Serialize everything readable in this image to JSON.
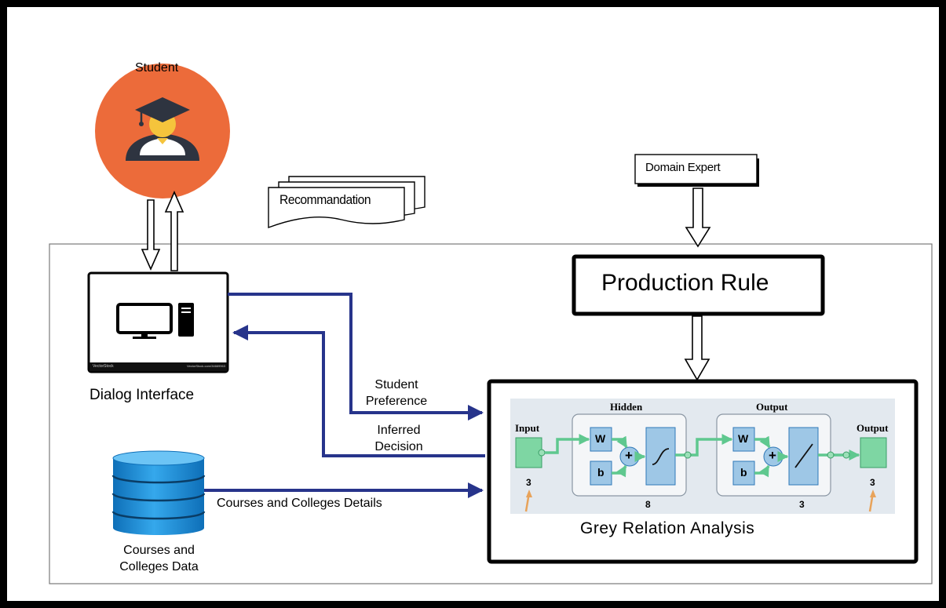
{
  "student": {
    "label": "Student"
  },
  "recommendation": {
    "label": "Recommandation"
  },
  "domain_expert": {
    "label": "Domain Expert"
  },
  "production_rule": {
    "label": "Production Rule"
  },
  "dialog_interface": {
    "label": "Dialog Interface",
    "screen_brand": "VectorStock",
    "screen_caption": "VectorStock.com/34669963"
  },
  "edges": {
    "student_preference": "Student\nPreference",
    "inferred_decision": "Inferred\nDecision",
    "courses_details": "Courses and Colleges Details"
  },
  "database": {
    "label": "Courses and\nColleges Data"
  },
  "network": {
    "title": "Grey Relation Analysis",
    "input_label": "Input",
    "input_size": "3",
    "hidden_label": "Hidden",
    "hidden_size": "8",
    "output_layer_label": "Output",
    "output_layer_size": "3",
    "output_label": "Output",
    "output_size": "3",
    "weight_symbol": "W",
    "bias_symbol": "b",
    "sum_symbol": "+"
  },
  "colors": {
    "student_circle": "#EC6B3A",
    "flow_arrow": "#27348B",
    "db_blue": "#1E90D8",
    "nn_background": "#E3E9EF",
    "nn_node": "#9EC7E6",
    "nn_io": "#7ED6A3"
  }
}
